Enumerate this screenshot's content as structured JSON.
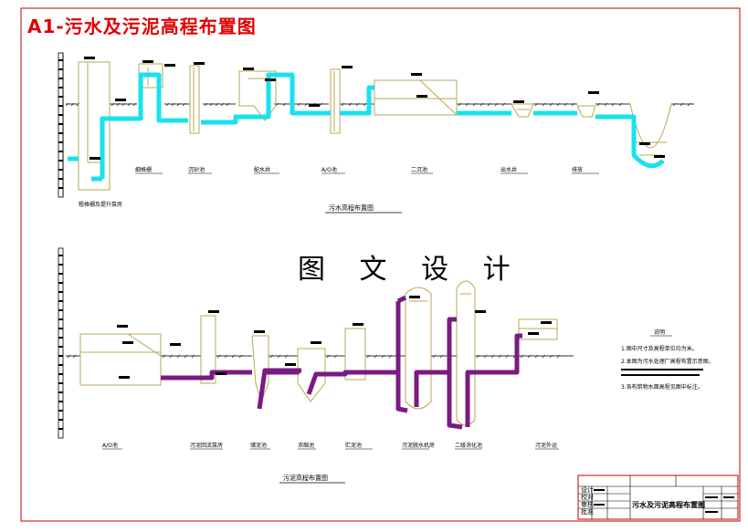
{
  "title": "A1-污水及污泥高程布置图",
  "watermark": "图 文 设 计",
  "top_diagram": {
    "caption": "污水高程布置图",
    "units": [
      "粗格栅及提升泵房",
      "细格栅",
      "沉砂池",
      "配水井",
      "A/O池",
      "二沉池",
      "出水井",
      "排放"
    ]
  },
  "bottom_diagram": {
    "caption": "污泥高程布置图",
    "units": [
      "A/O池",
      "污泥回流泵房",
      "储泥池",
      "浓缩池",
      "贮泥池",
      "污泥脱水机房",
      "二级消化池",
      "污泥外运"
    ]
  },
  "notes": {
    "heading": "说明",
    "items": [
      "1.图中尺寸及高程单位均为米。",
      "2.本图为污水处理厂高程布置示意图，",
      "3.各构筑物水面高程见图中标注。"
    ]
  },
  "title_block": {
    "drawing_name": "污水及污泥高程布置图",
    "rows": [
      "设计",
      "校对",
      "审核",
      "批准"
    ]
  },
  "colors": {
    "border": "#c00000",
    "sewage_pipe": "#18e2ee",
    "sludge_pipe": "#7b1a82",
    "structure": "#b8a850",
    "ground": "#333333"
  }
}
